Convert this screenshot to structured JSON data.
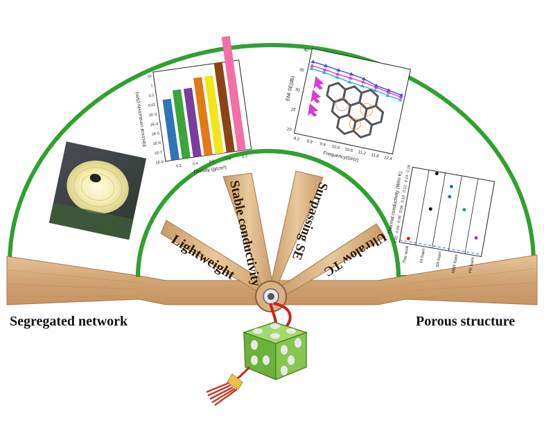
{
  "labels": {
    "left": "Segregated network",
    "right": "Porous structure"
  },
  "blades": [
    {
      "label": "Lightweight"
    },
    {
      "label": "Stable conductivity"
    },
    {
      "label": "Surpassing SE"
    },
    {
      "label": "Ultralow TC"
    }
  ],
  "colors": {
    "fan_border": "#2fa12f",
    "wood": "#d9b284",
    "wood_dark": "#b98b5c",
    "cube": "#7ec34a",
    "cord": "#cc1f1f",
    "tassel": "#c0392b",
    "tassel_cap": "#e8c34a"
  },
  "chart_conductivity": {
    "type": "bar",
    "xlabel": "Density (g/cm³)",
    "ylabel": "Electrical conductivity (S/m)",
    "x_ticks": [
      "0.3",
      "0.4",
      "0.5",
      "0.6",
      "0.7"
    ],
    "y_ticks": [
      "10",
      "1",
      "0.1",
      "0.01",
      "1E-3",
      "1E-4",
      "1E-5",
      "1E-6",
      "1E-7",
      "1E-8"
    ],
    "bars": [
      {
        "value": 3.2,
        "color": "#2e75b6"
      },
      {
        "value": 4.5,
        "color": "#3aa63a"
      },
      {
        "value": 4.5,
        "color": "#7a3d9e"
      },
      {
        "value": 6.0,
        "color": "#e07b17"
      },
      {
        "value": 6.0,
        "color": "#f2e51a"
      },
      {
        "value": 8.0,
        "color": "#8b4513"
      },
      {
        "value": 12.0,
        "color": "#f26fa8"
      }
    ]
  },
  "chart_emi": {
    "type": "line",
    "xlabel": "Frequency(GHz)",
    "ylabel": "EMI SE(dB)",
    "x_ticks": [
      "8.2",
      "8.8",
      "9.4",
      "10.0",
      "10.6",
      "11.2",
      "11.8",
      "12.4"
    ],
    "y_ticks": [
      "40",
      "35",
      "30",
      "25",
      "20"
    ],
    "ylim": [
      20,
      40
    ],
    "series": [
      {
        "color": "#3b4bd8",
        "values": [
          37.5,
          37.2,
          36.8,
          36.5,
          36.0,
          35.0,
          34.5,
          34.0
        ]
      },
      {
        "color": "#d93bd8",
        "values": [
          36.5,
          36.2,
          35.8,
          35.5,
          35.2,
          34.6,
          34.0,
          33.5
        ]
      },
      {
        "color": "#2bb0d8",
        "values": [
          35.8,
          35.5,
          35.0,
          34.5,
          34.2,
          33.8,
          33.2,
          32.8
        ]
      }
    ]
  },
  "chart_tc": {
    "type": "scatter",
    "title": "Thermal conductivity (W/m K)",
    "x_ticks": [
      "0.02",
      "0.04",
      "0.06",
      "0.08",
      "0.10",
      "0.12",
      "0.14",
      "0.16"
    ],
    "categories": [
      "This work",
      "HI foam",
      "Sili foam",
      "NBR foam",
      "PR foam"
    ],
    "points": [
      {
        "category": "This work",
        "value": 0.026,
        "color": "#e02020"
      },
      {
        "category": "HI foam",
        "value": 0.09,
        "color": "#111111"
      },
      {
        "category": "HI foam",
        "value": 0.16,
        "color": "#111111"
      },
      {
        "category": "Sili foam",
        "value": 0.12,
        "color": "#1f6fd6"
      },
      {
        "category": "Sili foam",
        "value": 0.14,
        "color": "#1f6fd6"
      },
      {
        "category": "NBR foam",
        "value": 0.1,
        "color": "#2f9e55"
      },
      {
        "category": "PR foam",
        "value": 0.05,
        "color": "#8a40c8"
      }
    ]
  }
}
